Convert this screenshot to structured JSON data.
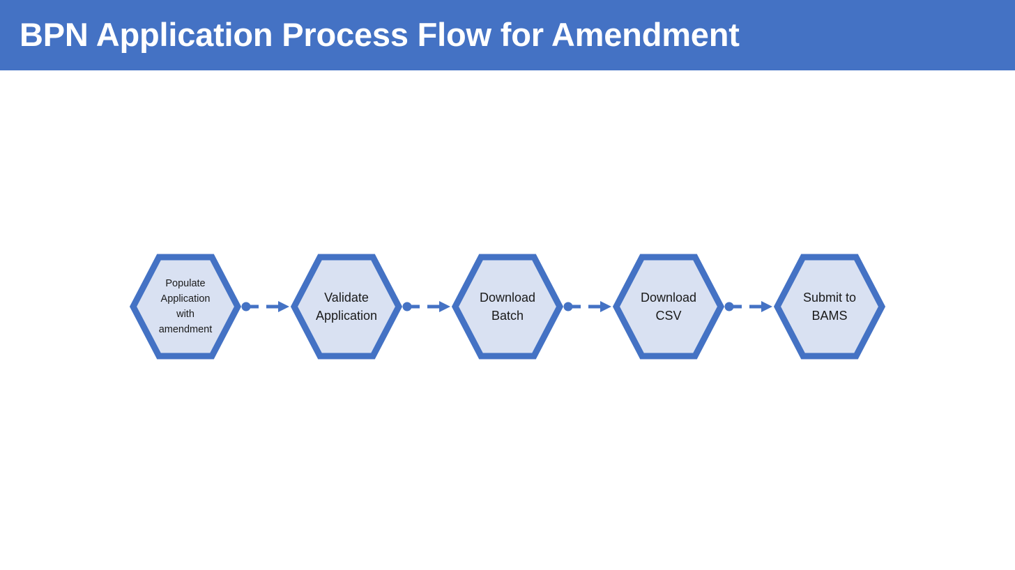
{
  "banner": {
    "title": "BPN Application Process Flow for Amendment",
    "background_color": "#4472C4",
    "text_color": "#FFFFFF"
  },
  "diagram": {
    "type": "process-flow",
    "orientation": "horizontal",
    "node_shape": "hexagon",
    "node_fill_color": "#D9E1F2",
    "node_border_color": "#4472C4",
    "connector_color": "#4472C4",
    "connector_style": "dashed-arrow-with-start-dot",
    "nodes": [
      {
        "label": "Populate\nApplication\nwith\namendment",
        "step": 1
      },
      {
        "label": "Validate\nApplication",
        "step": 2
      },
      {
        "label": "Download\nBatch",
        "step": 3
      },
      {
        "label": "Download\nCSV",
        "step": 4
      },
      {
        "label": "Submit to\nBAMS",
        "step": 5
      }
    ],
    "connectors": [
      {
        "from": 1,
        "to": 2
      },
      {
        "from": 2,
        "to": 3
      },
      {
        "from": 3,
        "to": 4
      },
      {
        "from": 4,
        "to": 5
      }
    ]
  }
}
